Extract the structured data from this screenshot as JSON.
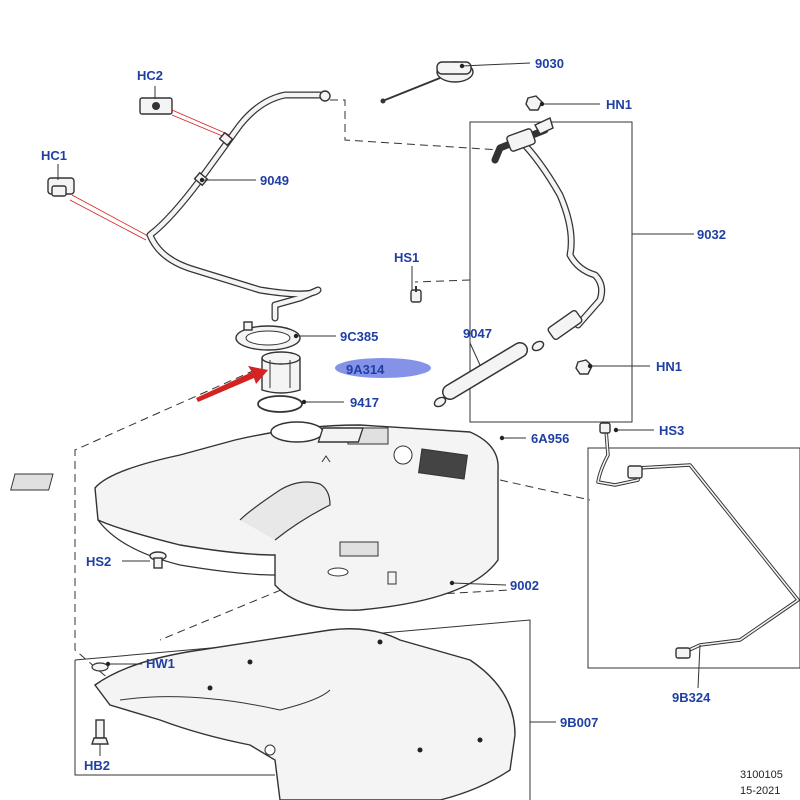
{
  "labels": {
    "hc2": "HC2",
    "hc1": "HC1",
    "p9049": "9049",
    "p9030": "9030",
    "hn1_top": "HN1",
    "p9032": "9032",
    "hs1": "HS1",
    "p9c385": "9C385",
    "p9a314": "9A314",
    "p9047": "9047",
    "hn1_mid": "HN1",
    "p9417": "9417",
    "p6a956": "6A956",
    "hs3": "HS3",
    "hs2": "HS2",
    "p9002": "9002",
    "hw1": "HW1",
    "p9b324": "9B324",
    "p9b007": "9B007",
    "hb2": "HB2"
  },
  "reference": {
    "line1": "3100105",
    "line2": "15-2021"
  },
  "colors": {
    "label_blue": "#1f3fa3",
    "highlight": "#5b6fe0",
    "arrow_red": "#d42323",
    "ink": "#333333"
  }
}
